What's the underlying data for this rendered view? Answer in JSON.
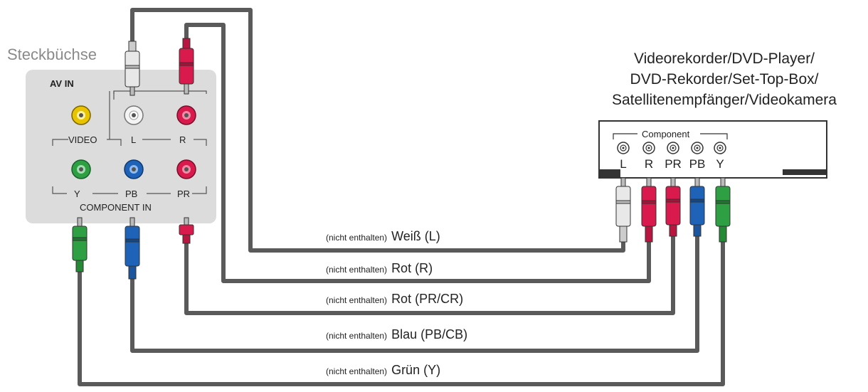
{
  "socket_label": "Steckbüchse",
  "device_title": [
    "Videorekorder/DVD-Player/",
    "DVD-Rekorder/Set-Top-Box/",
    "Satellitenempfänger/Videokamera"
  ],
  "av_panel": {
    "av_in": "AV IN",
    "video": "VIDEO",
    "l": "L",
    "r": "R",
    "y": "Y",
    "pb": "PB",
    "pr": "PR",
    "component_in": "COMPONENT IN"
  },
  "device_panel": {
    "component": "Component",
    "ports": [
      "L",
      "R",
      "PR",
      "PB",
      "Y"
    ]
  },
  "cables": [
    {
      "note": "(nicht enthalten)",
      "name": "Weiß (L)",
      "color": "#e8e8e8"
    },
    {
      "note": "(nicht enthalten)",
      "name": "Rot (R)",
      "color": "#d81b4c"
    },
    {
      "note": "(nicht enthalten)",
      "name": "Rot (PR/CR)",
      "color": "#d81b4c"
    },
    {
      "note": "(nicht enthalten)",
      "name": "Blau (PB/CB)",
      "color": "#1e63b8"
    },
    {
      "note": "(nicht enthalten)",
      "name": "Grün (Y)",
      "color": "#2ea043"
    }
  ],
  "colors": {
    "wire": "#5a5a5a",
    "panel": "#dcdcdc",
    "yellow": "#e8c300",
    "white": "#e8e8e8",
    "red": "#d81b4c",
    "blue": "#1e63b8",
    "green": "#2ea043"
  }
}
